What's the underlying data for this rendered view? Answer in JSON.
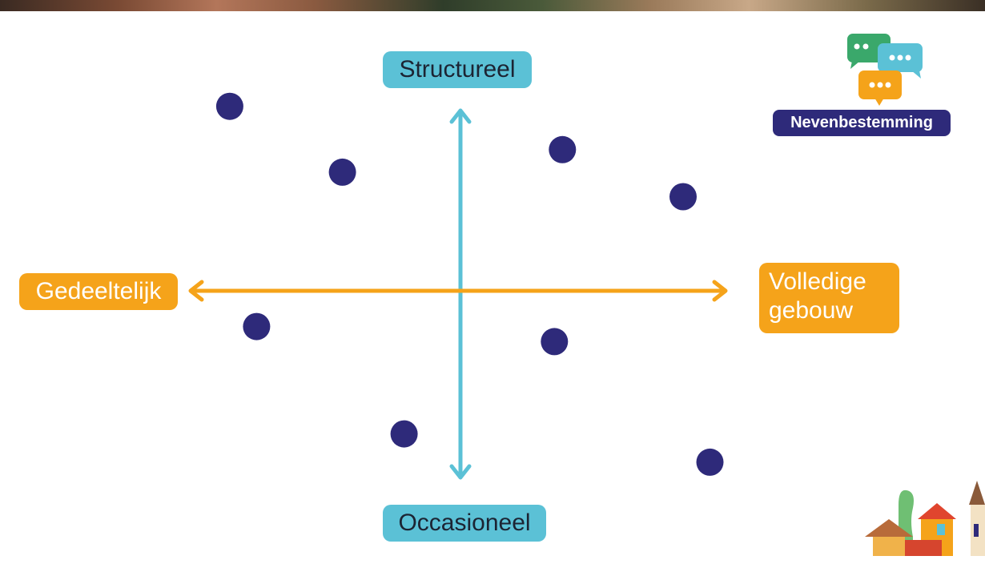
{
  "axes": {
    "top_label": "Structureel",
    "bottom_label": "Occasioneel",
    "left_label": "Gedeeltelijk",
    "right_label": "Volledige\ngebouw",
    "vertical_color": "#5bc1d6",
    "horizontal_color": "#f5a31a"
  },
  "logo": {
    "text": "Nevenbestemming",
    "icon": "speech-bubbles-icon",
    "colors": [
      "#3aa86b",
      "#5bc1d6",
      "#f5a31a",
      "#2e2a7a"
    ]
  },
  "chart_data": {
    "type": "scatter",
    "point_color": "#2e2a7a",
    "xlim": [
      -1,
      1
    ],
    "ylim": [
      -1,
      1
    ],
    "points": [
      {
        "x": -0.86,
        "y": 0.98
      },
      {
        "x": -0.44,
        "y": 0.63
      },
      {
        "x": 0.38,
        "y": 0.75
      },
      {
        "x": 0.83,
        "y": 0.5
      },
      {
        "x": -0.76,
        "y": -0.19
      },
      {
        "x": 0.35,
        "y": -0.27
      },
      {
        "x": -0.21,
        "y": -0.76
      },
      {
        "x": 0.93,
        "y": -0.91
      }
    ]
  },
  "decoration": {
    "photo_strip": "photo-strip",
    "village": "village-illustration"
  }
}
